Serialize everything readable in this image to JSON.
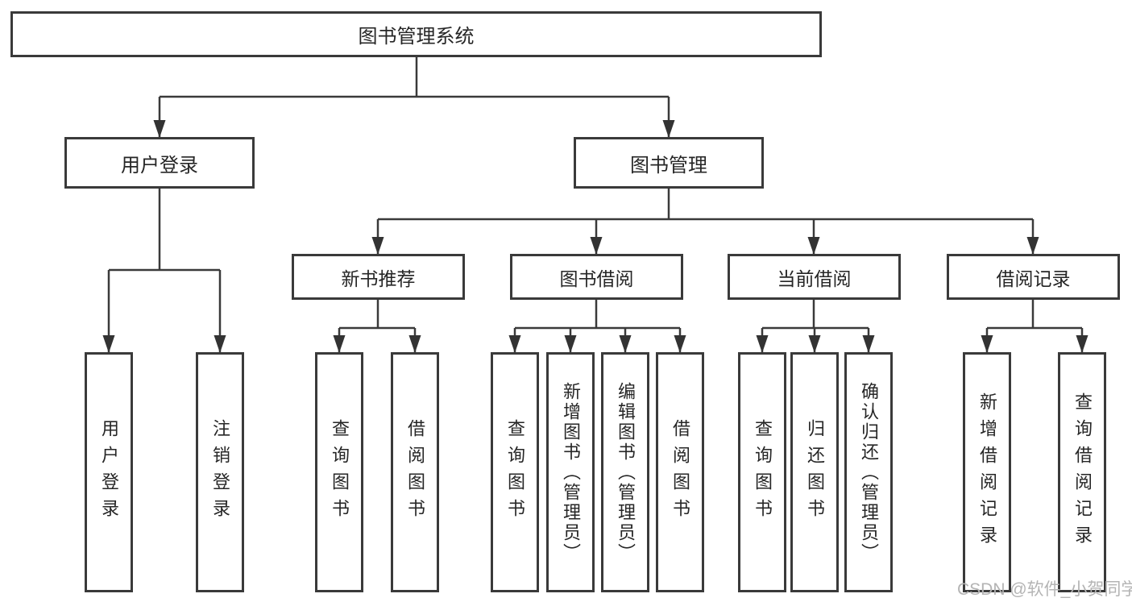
{
  "diagram": {
    "root": {
      "label": "图书管理系统"
    },
    "user_branch": {
      "label": "用户登录",
      "children": [
        {
          "label": "用户登录"
        },
        {
          "label": "注销登录"
        }
      ]
    },
    "book_branch": {
      "label": "图书管理",
      "groups": [
        {
          "label": "新书推荐",
          "children": [
            {
              "label": "查询图书"
            },
            {
              "label": "借阅图书"
            }
          ]
        },
        {
          "label": "图书借阅",
          "children": [
            {
              "label": "查询图书"
            },
            {
              "label": "新增图书（管理员）"
            },
            {
              "label": "编辑图书（管理员）"
            },
            {
              "label": "借阅图书"
            }
          ]
        },
        {
          "label": "当前借阅",
          "children": [
            {
              "label": "查询图书"
            },
            {
              "label": "归还图书"
            },
            {
              "label": "确认归还（管理员）"
            }
          ]
        },
        {
          "label": "借阅记录",
          "children": [
            {
              "label": "新增借阅记录"
            },
            {
              "label": "查询借阅记录"
            }
          ]
        }
      ]
    }
  },
  "watermark": {
    "text": "CSDN @软件_小贺同学"
  },
  "colors": {
    "line": "#3a3a3a",
    "text": "#262626",
    "watermark": "#b4b4b4",
    "background": "#ffffff"
  }
}
